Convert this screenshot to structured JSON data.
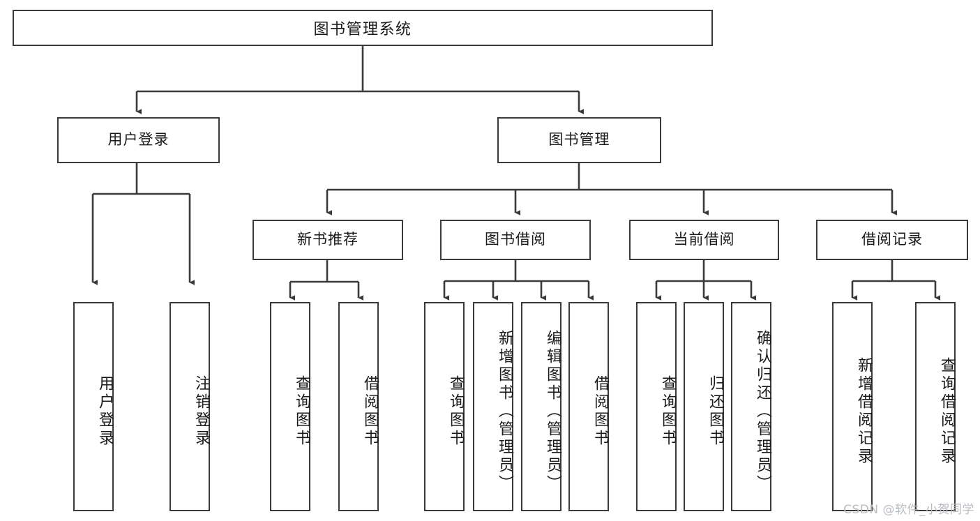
{
  "diagram": {
    "title": "图书管理系统",
    "type": "tree-hierarchy-chart",
    "stroke_color": "#3a3a3a",
    "background_color": "#ffffff",
    "levels": {
      "root": {
        "label": "图书管理系统"
      },
      "level2": [
        {
          "label": "用户登录"
        },
        {
          "label": "图书管理"
        }
      ],
      "level3": [
        {
          "label": "新书推荐"
        },
        {
          "label": "图书借阅"
        },
        {
          "label": "当前借阅"
        },
        {
          "label": "借阅记录"
        }
      ]
    },
    "leaves": {
      "user_login": [
        {
          "label": "用户登录"
        },
        {
          "label": "注销登录"
        }
      ],
      "new_book_recommend": [
        {
          "label": "查询图书"
        },
        {
          "label": "借阅图书"
        }
      ],
      "book_borrow": [
        {
          "label": "查询图书"
        },
        {
          "label": "新增图书（管理员）"
        },
        {
          "label": "编辑图书（管理员）"
        },
        {
          "label": "借阅图书"
        }
      ],
      "current_borrow": [
        {
          "label": "查询图书"
        },
        {
          "label": "归还图书"
        },
        {
          "label": "确认归还（管理员）"
        }
      ],
      "borrow_record": [
        {
          "label": "新增借阅记录"
        },
        {
          "label": "查询借阅记录"
        }
      ]
    }
  },
  "watermark": {
    "text": "CSDN @软件_小贺同学"
  }
}
